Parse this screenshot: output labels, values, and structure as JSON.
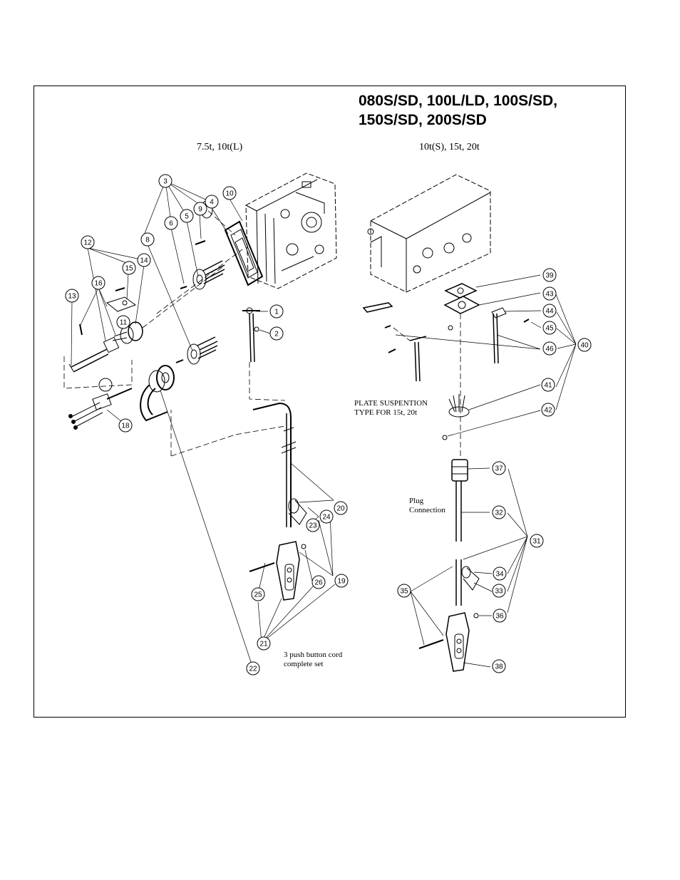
{
  "title_lines": [
    "080S/SD, 100L/LD, 100S/SD,",
    "150S/SD, 200S/SD"
  ],
  "subtitle_left": "7.5t, 10t(L)",
  "subtitle_right": "10t(S), 15t, 20t",
  "note_plate": [
    "PLATE SUSPENTION",
    "TYPE FOR 15t, 20t"
  ],
  "note_plug": [
    "Plug",
    "Connection"
  ],
  "note_cord": [
    "3 push button cord",
    "complete set"
  ],
  "callouts": [
    "1",
    "2",
    "3",
    "4",
    "5",
    "6",
    "8",
    "9",
    "10",
    "11",
    "12",
    "13",
    "14",
    "15",
    "16",
    "18",
    "19",
    "20",
    "21",
    "22",
    "23",
    "24",
    "25",
    "26",
    "31",
    "32",
    "33",
    "34",
    "35",
    "36",
    "37",
    "38",
    "39",
    "40",
    "41",
    "42",
    "43",
    "44",
    "45",
    "46"
  ]
}
